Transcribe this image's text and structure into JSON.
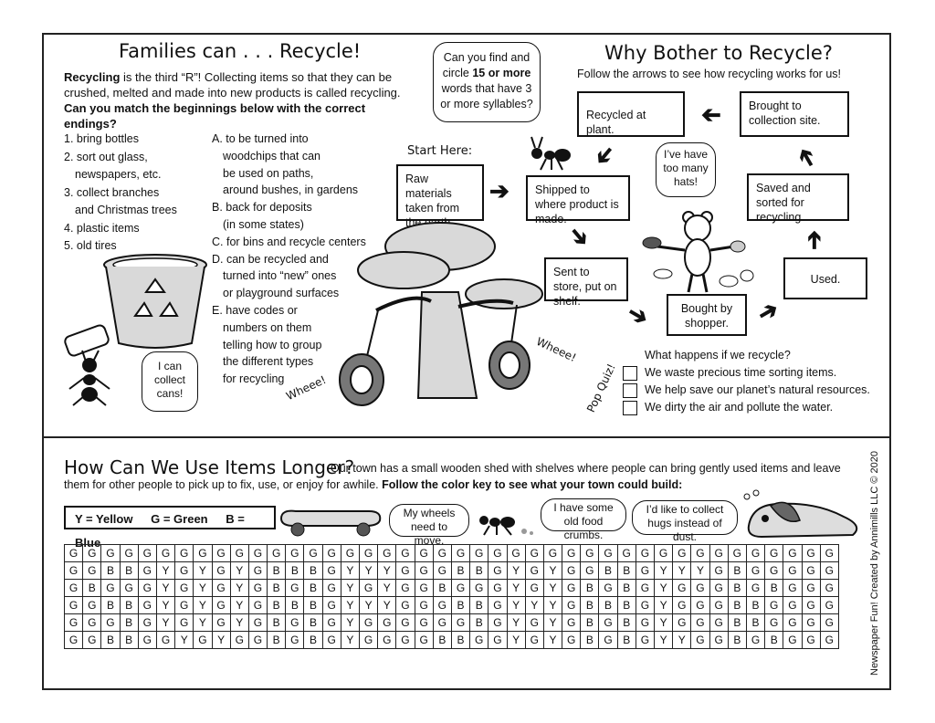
{
  "recycle_section": {
    "title": "Families can . . . Recycle!",
    "intro_bold": "Recycling",
    "intro_text": " is the third “R”! Collecting items so that they can be crushed, melted and made into new products is called recycling.",
    "question": "Can you match the beginnings below with the correct endings?",
    "beginnings": [
      "1. bring bottles",
      "2. sort out glass,",
      "newspapers, etc.",
      "3. collect branches",
      "and Christmas trees",
      "4. plastic items",
      "5. old tires"
    ],
    "endings": [
      "A. to be turned into",
      "woodchips that can",
      "be used on paths,",
      "around bushes, in gardens",
      "B. back for deposits",
      "(in some states)",
      "C. for bins and recycle centers",
      "D. can be recycled and",
      "turned into “new” ones",
      "or playground surfaces",
      "E. have codes or",
      "numbers on them",
      "telling how to group",
      "the different types",
      "for recycling"
    ],
    "ant_bubble": "I can collect cans!",
    "start_here": "Start Here:",
    "wheee_left": "Wheee!",
    "wheee_right": "Wheee!"
  },
  "syllable_bubble": {
    "pre": "Can you find and circle ",
    "bold": "15 or more",
    "post": " words that have 3 or more syllables?"
  },
  "why_section": {
    "title": "Why Bother to Recycle?",
    "subtitle": "Follow the arrows to see how recycling works for us!",
    "boxes": {
      "raw": "Raw materials taken from the earth.",
      "shipped": "Shipped to where product is made.",
      "store": "Sent to store, put on shelf.",
      "bought": "Bought by shopper.",
      "used": "Used.",
      "saved": "Saved and sorted for recycling.",
      "brought": "Brought to collection site.",
      "plant": "Recycled at plant."
    },
    "bear_bubble": "I’ve have too many hats!"
  },
  "quiz": {
    "label": "Pop Quiz!",
    "question": "What happens if we recycle?",
    "options": [
      "We waste precious time sorting items.",
      "We help save our planet’s natural resources.",
      "We dirty the air and pollute the water."
    ]
  },
  "longer_section": {
    "title": "How Can We Use Items Longer?",
    "text_plain": " Our town has a small wooden shed with shelves where people can bring gently used items and leave them for other people to pick up to fix, use, or enjoy for awhile. ",
    "text_bold": "Follow the color key to see what your town could build:",
    "key": [
      "Y = Yellow",
      "G = Green",
      "B = Blue"
    ],
    "bubbles": [
      "My wheels need to move.",
      "I have some old food crumbs.",
      "I’d like to collect hugs instead of dust."
    ]
  },
  "color_grid": [
    [
      "G",
      "G",
      "G",
      "G",
      "G",
      "G",
      "G",
      "G",
      "G",
      "G",
      "G",
      "G",
      "G",
      "G",
      "G",
      "G",
      "G",
      "G",
      "G",
      "G",
      "G",
      "G",
      "G",
      "G",
      "G",
      "G",
      "G",
      "G",
      "G",
      "G",
      "G",
      "G",
      "G",
      "G",
      "G",
      "G",
      "G",
      "G",
      "G",
      "G",
      "G",
      "G"
    ],
    [
      "G",
      "G",
      "B",
      "B",
      "G",
      "Y",
      "G",
      "Y",
      "G",
      "Y",
      "G",
      "B",
      "B",
      "B",
      "G",
      "Y",
      "Y",
      "Y",
      "G",
      "G",
      "G",
      "B",
      "B",
      "G",
      "Y",
      "G",
      "Y",
      "G",
      "G",
      "B",
      "B",
      "G",
      "Y",
      "Y",
      "Y",
      "G",
      "B",
      "G",
      "G",
      "G",
      "G",
      "G"
    ],
    [
      "G",
      "B",
      "G",
      "G",
      "G",
      "Y",
      "G",
      "Y",
      "G",
      "Y",
      "G",
      "B",
      "G",
      "B",
      "G",
      "Y",
      "G",
      "Y",
      "G",
      "G",
      "B",
      "G",
      "G",
      "G",
      "Y",
      "G",
      "Y",
      "G",
      "B",
      "G",
      "B",
      "G",
      "Y",
      "G",
      "G",
      "G",
      "B",
      "G",
      "B",
      "G",
      "G",
      "G"
    ],
    [
      "G",
      "G",
      "B",
      "B",
      "G",
      "Y",
      "G",
      "Y",
      "G",
      "Y",
      "G",
      "B",
      "B",
      "B",
      "G",
      "Y",
      "Y",
      "Y",
      "G",
      "G",
      "G",
      "B",
      "B",
      "G",
      "Y",
      "Y",
      "Y",
      "G",
      "B",
      "B",
      "B",
      "G",
      "Y",
      "G",
      "G",
      "G",
      "B",
      "B",
      "G",
      "G",
      "G",
      "G"
    ],
    [
      "G",
      "G",
      "G",
      "B",
      "G",
      "Y",
      "G",
      "Y",
      "G",
      "Y",
      "G",
      "B",
      "G",
      "B",
      "G",
      "Y",
      "G",
      "G",
      "G",
      "G",
      "G",
      "G",
      "B",
      "G",
      "Y",
      "G",
      "Y",
      "G",
      "B",
      "G",
      "B",
      "G",
      "Y",
      "G",
      "G",
      "G",
      "B",
      "B",
      "G",
      "G",
      "G",
      "G"
    ],
    [
      "G",
      "G",
      "B",
      "B",
      "G",
      "G",
      "Y",
      "G",
      "Y",
      "G",
      "G",
      "B",
      "G",
      "B",
      "G",
      "Y",
      "G",
      "G",
      "G",
      "G",
      "B",
      "B",
      "G",
      "G",
      "Y",
      "G",
      "Y",
      "G",
      "B",
      "G",
      "B",
      "G",
      "Y",
      "Y",
      "G",
      "G",
      "B",
      "G",
      "B",
      "G",
      "G",
      "G"
    ]
  ],
  "credit": "Newspaper Fun! Created by Annimills LLC © 2020",
  "colors": {
    "line": "#111111",
    "art_gray": "#d9d9d9"
  }
}
